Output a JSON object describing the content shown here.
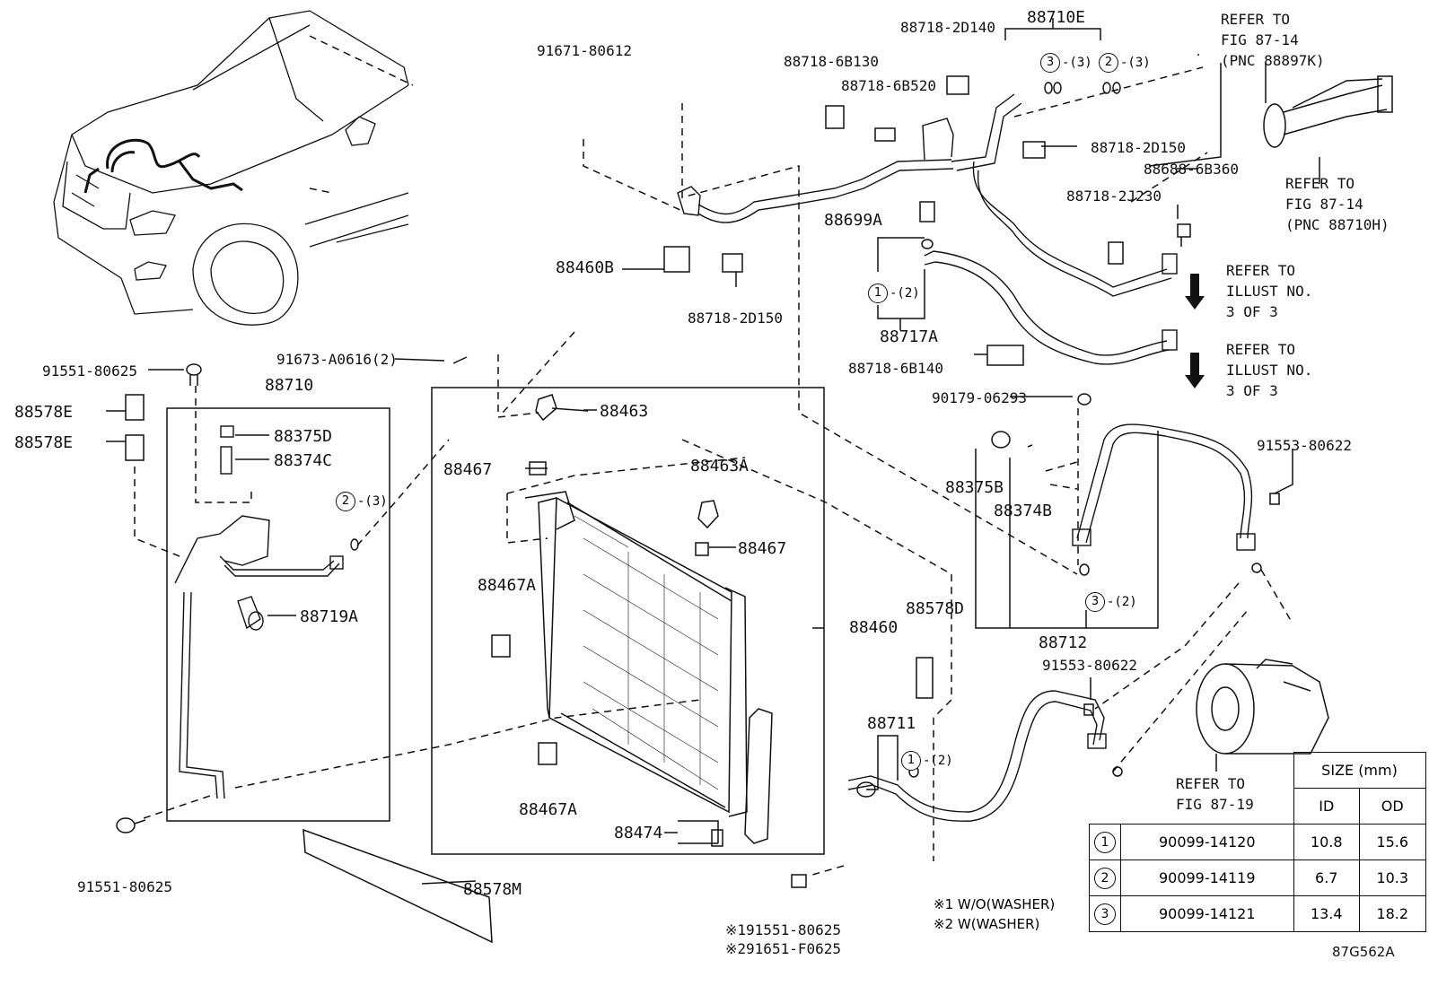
{
  "labels": {
    "p91671": "91671-80612",
    "p88460B": "88460B",
    "p88718_2D150a": "88718-2D150",
    "p91673": "91673-A0616(2)",
    "p88718_2D140": "88718-2D140",
    "p88710E": "88710E",
    "p88718_6B130": "88718-6B130",
    "p88718_6B520": "88718-6B520",
    "p88718_2D150b": "88718-2D150",
    "p88688": "88688-6B360",
    "p88718_2J230": "88718-2J230",
    "p88699A": "88699A",
    "p88717A": "88717A",
    "p88718_6B140": "88718-6B140",
    "p90179": "90179-06293",
    "p91551_top": "91551-80625",
    "p88710": "88710",
    "p88578E_1": "88578E",
    "p88578E_2": "88578E",
    "p88375D": "88375D",
    "p88374C": "88374C",
    "p88719A": "88719A",
    "p91551_bottom": "91551-80625",
    "p88578M": "88578M",
    "p88463": "88463",
    "p88467_1": "88467",
    "p88463A": "88463A",
    "p88467_2": "88467",
    "p88467A_1": "88467A",
    "p88467A_2": "88467A",
    "p88474": "88474",
    "p88460": "88460",
    "p88578D": "88578D",
    "p88375B": "88375B",
    "p88374B": "88374B",
    "p88712": "88712",
    "p91553_a": "91553-80622",
    "p91553_b": "91553-80622",
    "p88711": "88711",
    "bolt1": "※191551-80625",
    "bolt2": "※291651-F0625",
    "fig_id": "87G562A"
  },
  "refs": {
    "ref_top_right": "REFER TO\nFIG 87-14\n(PNC 88897K)",
    "ref_right_mid": "REFER TO\nFIG 87-14\n(PNC 88710H)",
    "ref_illust_1": "REFER TO\nILLUST NO.\n3 OF 3",
    "ref_illust_2": "REFER TO\nILLUST NO.\n3 OF 3",
    "ref_compressor": "REFER TO\nFIG 87-19"
  },
  "qty": {
    "q3_3": "-(3)",
    "q2_3": "-(3)",
    "q1_2_a": "-(2)",
    "q2_3_b": "-(3)",
    "q3_2": "-(2)",
    "q1_2_b": "-(2)"
  },
  "circles": {
    "c3": "3",
    "c2": "2",
    "c1a": "1",
    "c2b": "2",
    "c3b": "3",
    "c1b": "1"
  },
  "notes": {
    "w1": "※1 W/O(WASHER)",
    "w2": "※2 W(WASHER)"
  },
  "size_table": {
    "header": "SIZE (mm)",
    "id_label": "ID",
    "od_label": "OD",
    "rows": [
      {
        "no": "1",
        "part": "90099-14120",
        "id": "10.8",
        "od": "15.6"
      },
      {
        "no": "2",
        "part": "90099-14119",
        "id": "6.7",
        "od": "10.3"
      },
      {
        "no": "3",
        "part": "90099-14121",
        "id": "13.4",
        "od": "18.2"
      }
    ]
  }
}
